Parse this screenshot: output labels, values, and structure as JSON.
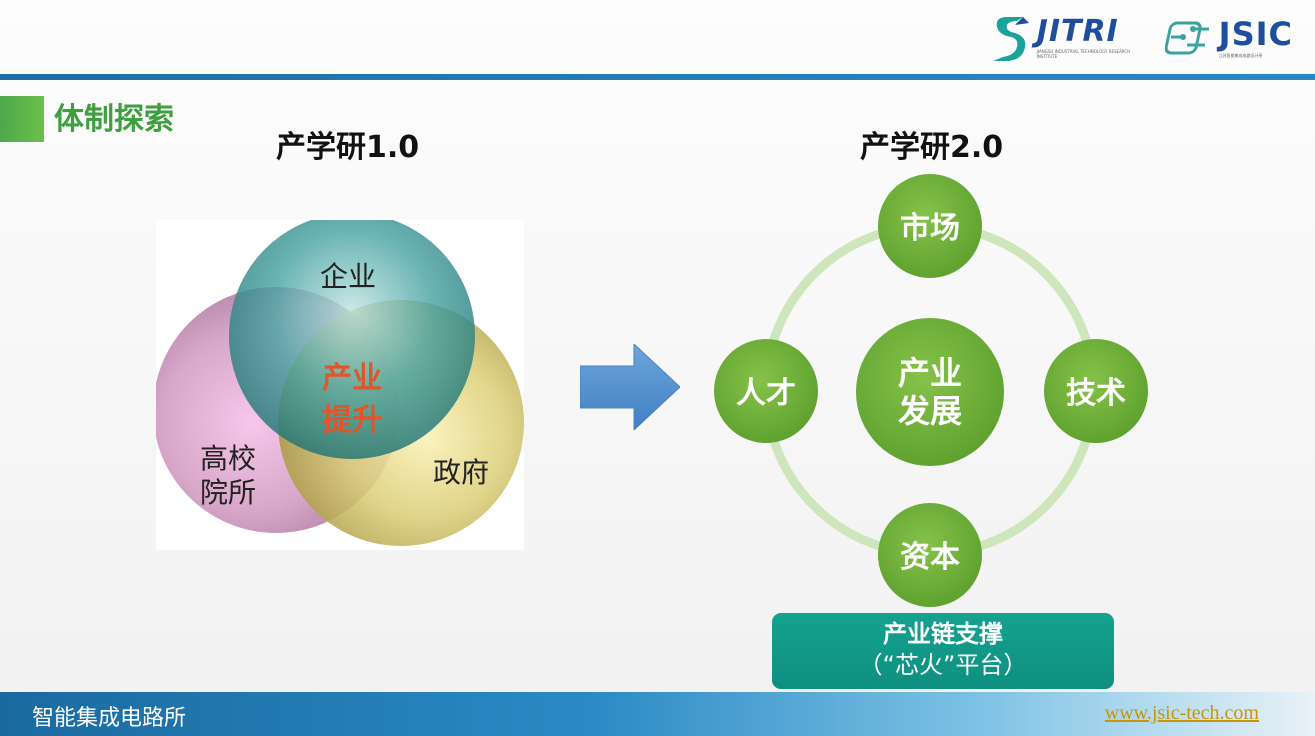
{
  "header": {
    "jitri_logo": "JITRI",
    "jitri_sub": "JIANGSU INDUSTRIAL TECHNOLOGY RESEARCH INSTITUTE",
    "jsic_logo": "JSIC",
    "jsic_sub": "江苏智能集成电路设计所",
    "accent_color": "#1e6fa5"
  },
  "section": {
    "title": "体制探索",
    "color": "#3f9e3d"
  },
  "left": {
    "heading": "产学研1.0",
    "venn": {
      "top": "企业",
      "left_line1": "高校",
      "left_line2": "院所",
      "right": "政府",
      "center_line1": "产业",
      "center_line2": "提升",
      "center_color": "#e0552a"
    }
  },
  "right": {
    "heading": "产学研2.0",
    "center_line1": "产业",
    "center_line2": "发展",
    "nodes": {
      "top": "市场",
      "left": "人才",
      "right": "技术",
      "bottom": "资本"
    },
    "node_color": "#6aae35",
    "ring_color": "#cfe6bd",
    "chain_line1": "产业链支撑",
    "chain_line2": "（“芯火”平台）",
    "chain_color": "#12998a"
  },
  "footer": {
    "left_text": "智能集成电路所",
    "url": "www.jsic-tech.com"
  }
}
